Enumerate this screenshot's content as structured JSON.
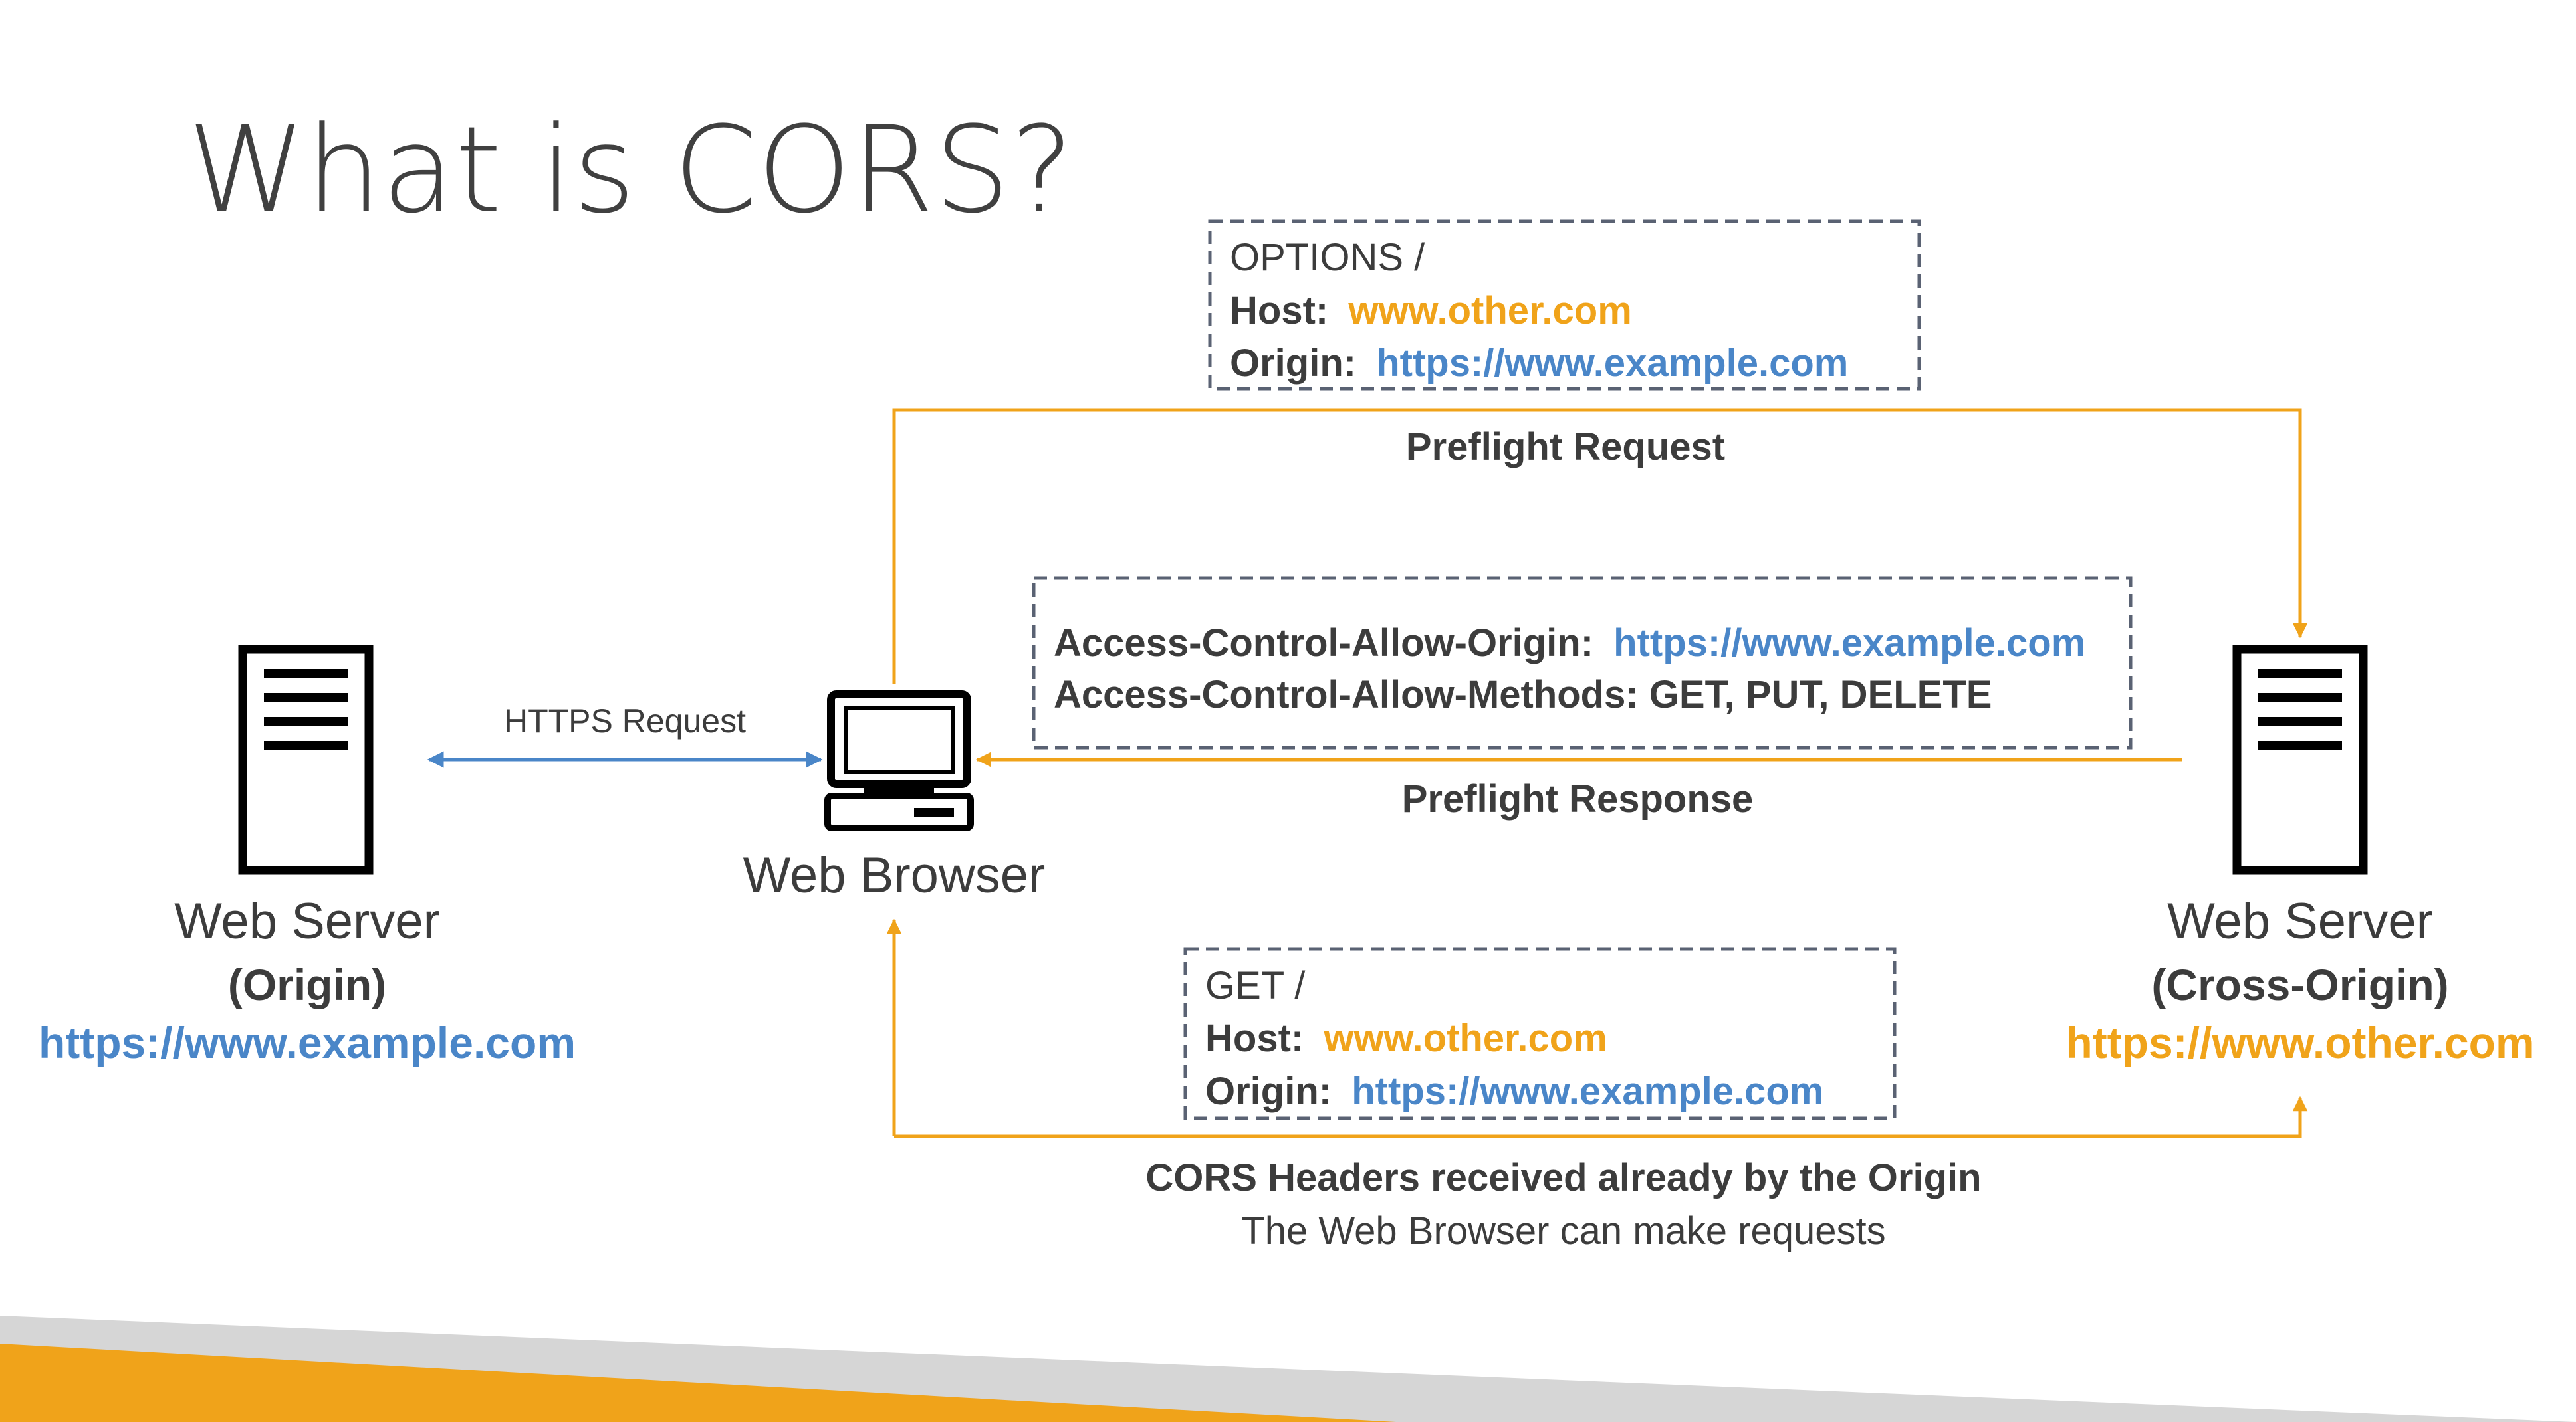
{
  "title": "What is CORS?",
  "colors": {
    "orange": "#f0a31a",
    "blue": "#4a86c8",
    "dark": "#3c3c3c",
    "dash": "#5a6273",
    "gray_band": "#d6d6d6"
  },
  "icons": {
    "server": "server-icon",
    "browser": "computer-icon"
  },
  "origin_server": {
    "label": "Web Server",
    "role": "(Origin)",
    "url": "https://www.example.com"
  },
  "browser": {
    "label": "Web Browser"
  },
  "cross_server": {
    "label": "Web Server",
    "role": "(Cross-Origin)",
    "url": "https://www.other.com"
  },
  "https_request": {
    "label": "HTTPS Request"
  },
  "preflight_request": {
    "label": "Preflight Request",
    "box": {
      "line1": "OPTIONS /",
      "host_label": "Host:",
      "host_value": "www.other.com",
      "origin_label": "Origin:",
      "origin_value": "https://www.example.com"
    }
  },
  "preflight_response": {
    "label": "Preflight Response",
    "box": {
      "allow_origin_label": "Access-Control-Allow-Origin:",
      "allow_origin_value": "https://www.example.com",
      "allow_methods": "Access-Control-Allow-Methods: GET, PUT, DELETE"
    }
  },
  "main_request": {
    "label": "CORS Headers received already by the Origin",
    "sublabel": "The Web Browser can make requests",
    "box": {
      "line1": "GET /",
      "host_label": "Host:",
      "host_value": "www.other.com",
      "origin_label": "Origin:",
      "origin_value": "https://www.example.com"
    }
  }
}
